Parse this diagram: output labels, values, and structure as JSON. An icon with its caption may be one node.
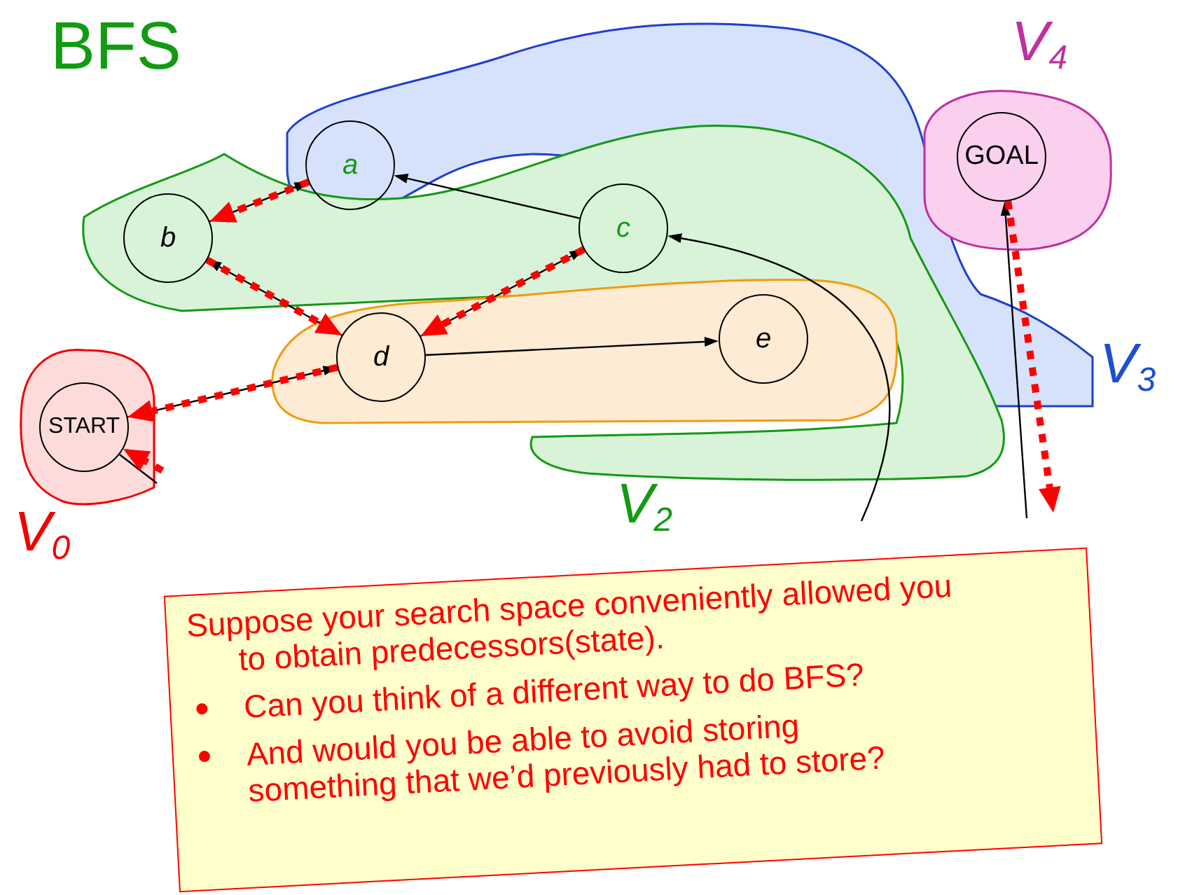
{
  "diagram": {
    "title": "BFS",
    "nodes": [
      {
        "text": [
          "V$_{3}$"
        ]
      },
      {
        "text": [
          "a"
        ],
        "in": 0
      },
      {
        "text": [
          "V$_{4}$"
        ]
      },
      {
        "text": [
          "GOAL"
        ],
        "in": 2
      },
      {
        "text": [
          "V$_{2}$"
        ]
      },
      {
        "text": [
          "b"
        ],
        "in": 4
      },
      {
        "text": [
          "c"
        ],
        "in": 4
      },
      {
        "text": [],
        "shape": "cloud"
      },
      {
        "text": [
          "d"
        ],
        "in": 7
      },
      {
        "text": [
          "e"
        ],
        "in": 7
      },
      {
        "text": [
          "V$_{0}$"
        ]
      },
      {
        "text": [
          "START"
        ],
        "in": 10
      },
      {
        "text": [
          "Suppose your search space conveniently allowed you to obtain predecessors(state).",
          "Can you think of a different way to do BFS?",
          "And would you be able to avoid storing something that we’d previously had to store?"
        ]
      }
    ],
    "edges": [
      {
        "from": 5,
        "to": 1,
        "arrow": "to"
      },
      {
        "from": 6,
        "to": 1,
        "arrow": "to"
      },
      {
        "from": 8,
        "to": 5,
        "arrow": "to"
      },
      {
        "from": 8,
        "to": 6,
        "arrow": "to"
      },
      {
        "from": 11,
        "to": 8,
        "arrow": "to"
      },
      {
        "from": 8,
        "to": 9,
        "arrow": "to"
      },
      {
        "from": null,
        "to": 6,
        "arrow": "to"
      },
      {
        "from": null,
        "to": 3,
        "arrow": "to"
      },
      {
        "from": 11,
        "to": null,
        "arrow": "none"
      },
      {
        "from": 1,
        "to": 5,
        "arrow": "to",
        "style": "dashed",
        "color": "#ff0000"
      },
      {
        "from": 5,
        "to": 8,
        "arrow": "to",
        "style": "dashed",
        "color": "#ff0000"
      },
      {
        "from": 6,
        "to": 8,
        "arrow": "to",
        "style": "dashed",
        "color": "#ff0000"
      },
      {
        "from": 3,
        "to": null,
        "arrow": "to",
        "style": "dashed",
        "color": "#ff0000"
      },
      {
        "from": 8,
        "to": 11,
        "arrow": "to",
        "style": "dashed",
        "color": "#ff0000"
      },
      {
        "from": null,
        "to": 11,
        "arrow": "to",
        "style": "dashed",
        "color": "#ff0000"
      }
    ]
  }
}
